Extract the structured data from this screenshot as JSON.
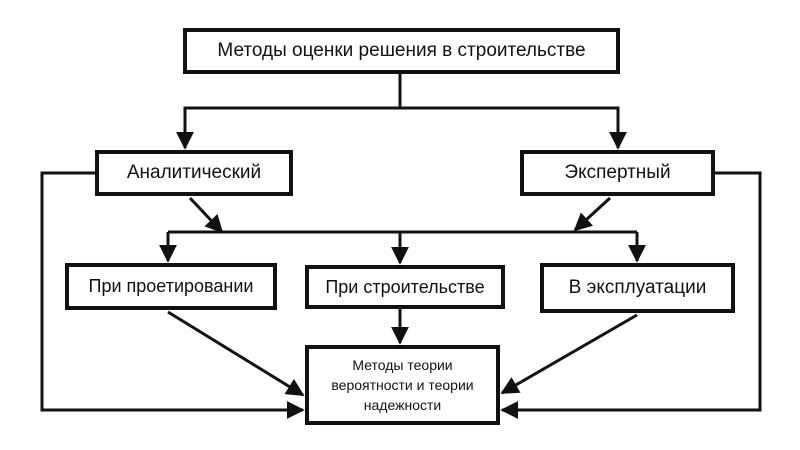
{
  "diagram": {
    "nodes": {
      "root": "Методы оценки решения в строительстве",
      "analytic": "Аналитический",
      "expert": "Экспертный",
      "design": "При проетировании",
      "construction": "При строительстве",
      "operation": "В эксплуатации",
      "methods": "Методы теории вероятности и теории надежности"
    },
    "edges": [
      {
        "from": "root",
        "to": "analytic"
      },
      {
        "from": "root",
        "to": "expert"
      },
      {
        "from": "analytic",
        "to": "design"
      },
      {
        "from": "analytic",
        "to": "construction"
      },
      {
        "from": "analytic",
        "to": "operation"
      },
      {
        "from": "expert",
        "to": "design"
      },
      {
        "from": "expert",
        "to": "construction"
      },
      {
        "from": "expert",
        "to": "operation"
      },
      {
        "from": "design",
        "to": "methods"
      },
      {
        "from": "construction",
        "to": "methods"
      },
      {
        "from": "operation",
        "to": "methods"
      },
      {
        "from": "analytic",
        "to": "methods"
      },
      {
        "from": "expert",
        "to": "methods"
      }
    ],
    "line_color": "#111111"
  }
}
